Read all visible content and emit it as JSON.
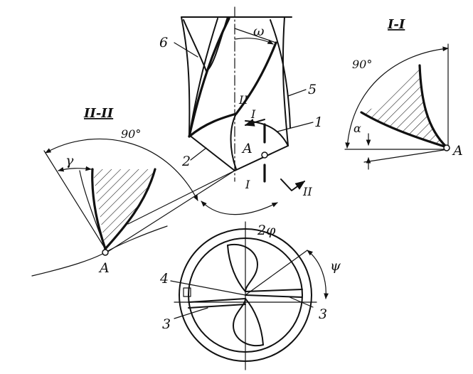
{
  "labels": {
    "n1": "1",
    "n2": "2",
    "n3a": "3",
    "n3b": "3",
    "n4": "4",
    "n5": "5",
    "n6": "6",
    "omega": "ω",
    "phi2": "2φ",
    "psi": "ψ",
    "gamma": "γ",
    "alpha": "α",
    "angle90_left": "90°",
    "angle90_right": "90°",
    "pointA_left": "A",
    "pointA_center": "A",
    "pointA_right": "A",
    "sectionI_view": "I-I",
    "sectionII_view": "II-II",
    "markI_upper": "I",
    "markI_lower": "I",
    "markII_upper": "II",
    "markII_lower": "II"
  },
  "colors": {
    "ink": "#111111",
    "background": "#ffffff"
  }
}
